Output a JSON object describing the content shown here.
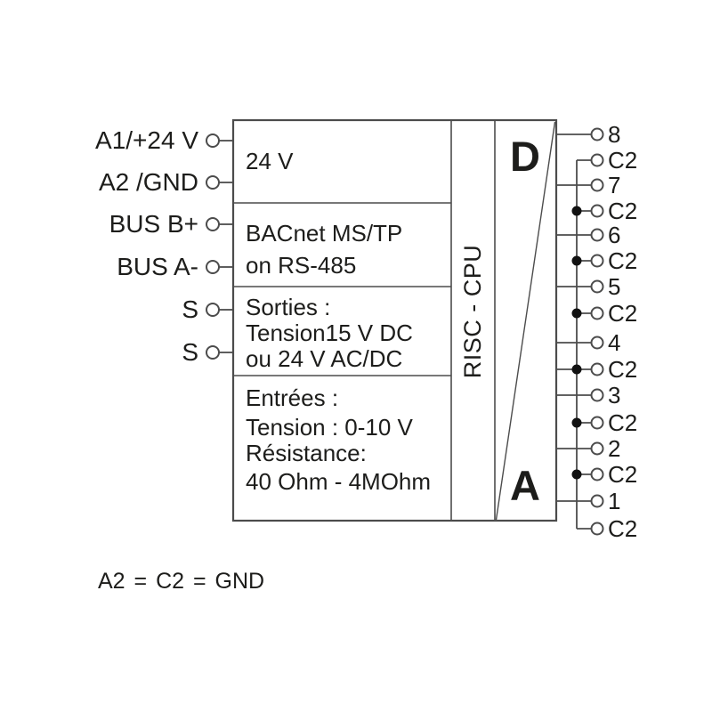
{
  "diagram": {
    "box": {
      "sections": [
        {
          "lines": [
            "24 V"
          ]
        },
        {
          "lines": [
            "BACnet MS/TP",
            "on RS-485"
          ]
        },
        {
          "lines": [
            "Sorties :",
            "Tension15 V DC",
            "ou 24 V AC/DC"
          ]
        },
        {
          "lines": [
            "Entrées :",
            "Tension : 0-10 V",
            "Résistance:",
            "40 Ohm - 4MOhm"
          ]
        }
      ],
      "cpu_label": "RISC - CPU",
      "converter": {
        "digital": "D",
        "analog": "A"
      }
    },
    "left_terminals": [
      "A1/+24 V",
      "A2 /GND",
      "BUS B+",
      "BUS A-",
      "S",
      "S"
    ],
    "right_terminals": [
      "8",
      "C2",
      "7",
      "C2",
      "6",
      "C2",
      "5",
      "C2",
      "4",
      "C2",
      "3",
      "C2",
      "2",
      "C2",
      "1",
      "C2"
    ],
    "footnote": "A2 = C2 = GND",
    "colors": {
      "line": "#4c4c4c",
      "text": "#1d1d1b",
      "background": "#ffffff"
    }
  }
}
